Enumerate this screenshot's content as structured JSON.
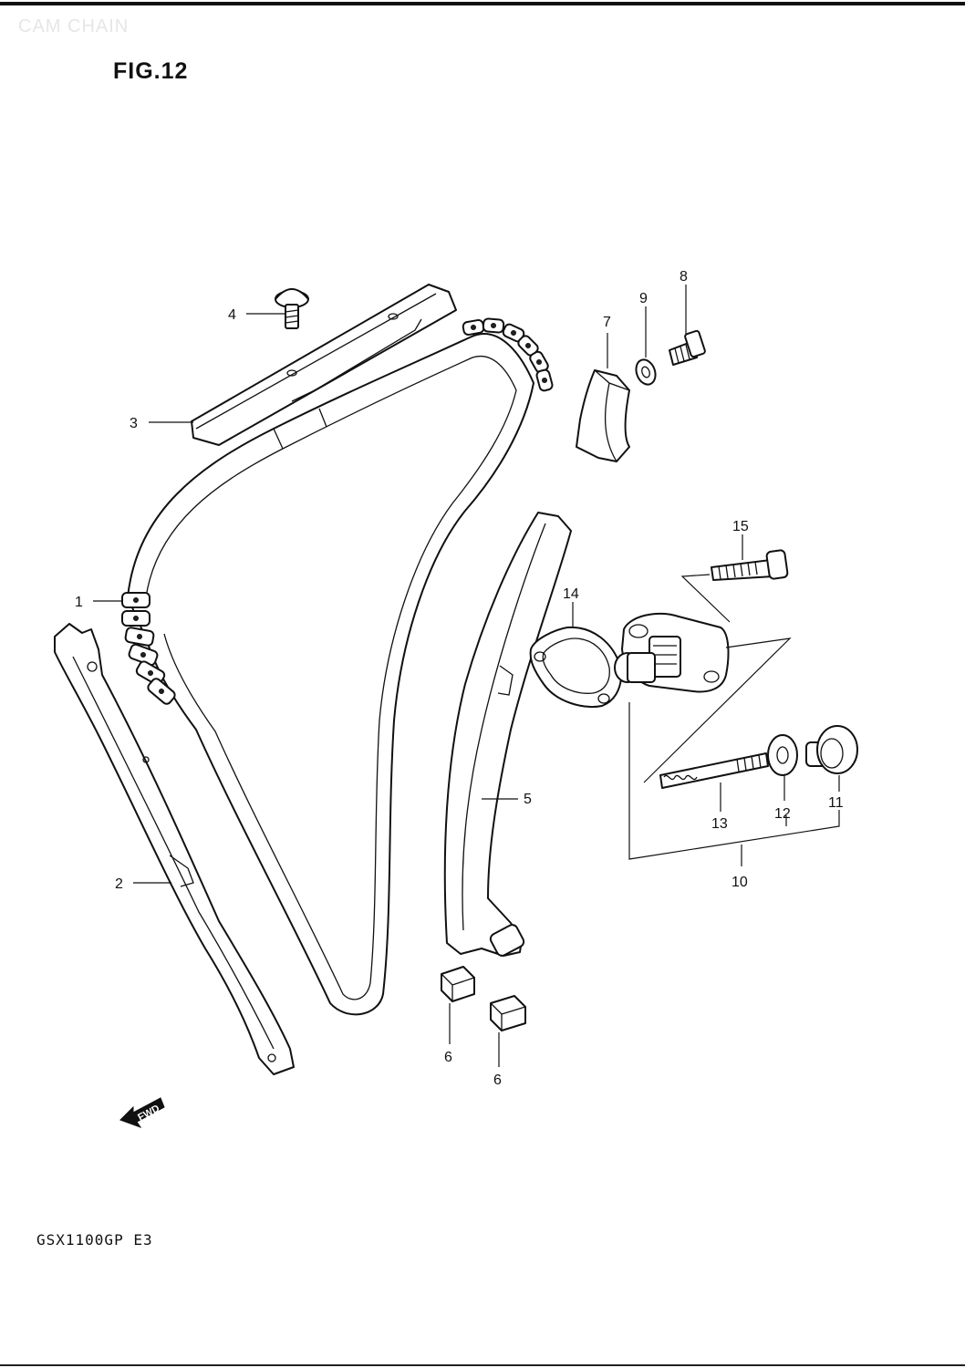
{
  "header": {
    "watermark": "CAM CHAIN",
    "figure_title": "FIG.12"
  },
  "footer": {
    "model_code": "GSX1100GP E3"
  },
  "forward_indicator": {
    "label": "FWD"
  },
  "callouts": [
    {
      "id": "1",
      "label": "1"
    },
    {
      "id": "2",
      "label": "2"
    },
    {
      "id": "3",
      "label": "3"
    },
    {
      "id": "4",
      "label": "4"
    },
    {
      "id": "5",
      "label": "5"
    },
    {
      "id": "6a",
      "label": "6"
    },
    {
      "id": "6b",
      "label": "6"
    },
    {
      "id": "7",
      "label": "7"
    },
    {
      "id": "8",
      "label": "8"
    },
    {
      "id": "9",
      "label": "9"
    },
    {
      "id": "10",
      "label": "10"
    },
    {
      "id": "11",
      "label": "11"
    },
    {
      "id": "12",
      "label": "12"
    },
    {
      "id": "13",
      "label": "13"
    },
    {
      "id": "14",
      "label": "14"
    },
    {
      "id": "15",
      "label": "15"
    }
  ]
}
